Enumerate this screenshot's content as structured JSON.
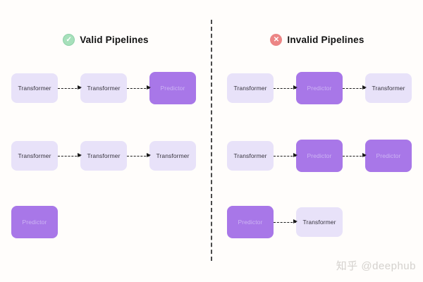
{
  "page": {
    "background": "#fffdfb",
    "watermark": "知乎 @deephub"
  },
  "colors": {
    "light_node_bg": "#e8e2f9",
    "light_node_text": "#37343f",
    "purple_node_bg": "#a877e8",
    "purple_node_text": "#cdb4f4",
    "valid_icon_bg": "#a7e0bb",
    "invalid_icon_bg": "#ec8585",
    "arrow": "#1c1c1c",
    "divider": "#4a4a4a"
  },
  "icons": {
    "check_glyph": "✓",
    "x_glyph": "✕"
  },
  "left_panel": {
    "title": "Valid Pipelines",
    "icon": "check-circle-icon",
    "rows": [
      {
        "nodes": [
          {
            "label": "Transformer",
            "type": "transformer"
          },
          {
            "label": "Transformer",
            "type": "transformer"
          },
          {
            "label": "Predictor",
            "type": "predictor"
          }
        ]
      },
      {
        "nodes": [
          {
            "label": "Transformer",
            "type": "transformer"
          },
          {
            "label": "Transformer",
            "type": "transformer"
          },
          {
            "label": "Transformer",
            "type": "transformer"
          }
        ]
      },
      {
        "nodes": [
          {
            "label": "Predictor",
            "type": "predictor"
          }
        ]
      }
    ]
  },
  "right_panel": {
    "title": "Invalid Pipelines",
    "icon": "x-circle-icon",
    "rows": [
      {
        "nodes": [
          {
            "label": "Transformer",
            "type": "transformer"
          },
          {
            "label": "Predictor",
            "type": "predictor"
          },
          {
            "label": "Transformer",
            "type": "transformer"
          }
        ]
      },
      {
        "nodes": [
          {
            "label": "Transformer",
            "type": "transformer"
          },
          {
            "label": "Predictor",
            "type": "predictor"
          },
          {
            "label": "Predictor",
            "type": "predictor"
          }
        ]
      },
      {
        "nodes": [
          {
            "label": "Predictor",
            "type": "predictor"
          },
          {
            "label": "Transformer",
            "type": "transformer"
          }
        ]
      }
    ]
  }
}
